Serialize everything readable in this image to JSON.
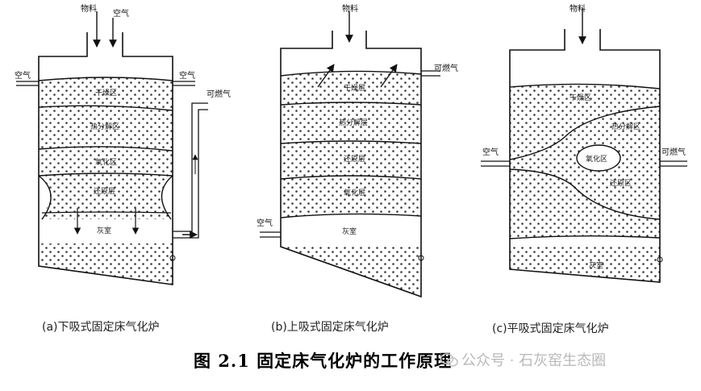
{
  "diagrams": [
    {
      "caption": "(a)下吸式固定床气化炉",
      "labels": {
        "material": "物料",
        "air_top": "空气",
        "air_left": "空气",
        "air_right": "空气",
        "gas_out": "可燃气",
        "zone_dry": "干燥区",
        "zone_pyro": "热分解区",
        "zone_oxid": "氧化区",
        "zone_reduce": "还原层",
        "ash": "灰室"
      }
    },
    {
      "caption": "(b)上吸式固定床气化炉",
      "labels": {
        "material": "物料",
        "gas_out": "可燃气",
        "air_in": "空气",
        "zone_dry": "干燥层",
        "zone_pyro": "热分解层",
        "zone_reduce": "还原层",
        "zone_oxid": "氧化层",
        "ash": "灰室"
      }
    },
    {
      "caption": "(c)平吸式固定床气化炉",
      "labels": {
        "material": "物料",
        "air_in": "空气",
        "gas_out": "可燃气",
        "zone_dry": "干燥区",
        "zone_pyro": "热分解区",
        "zone_oxid": "氧化区",
        "zone_reduce": "还原区",
        "ash": "灰室"
      }
    }
  ],
  "figure_caption": "图 2.1 固定床气化炉的工作原理",
  "watermark": "公众号 · 石灰窑生态圈"
}
